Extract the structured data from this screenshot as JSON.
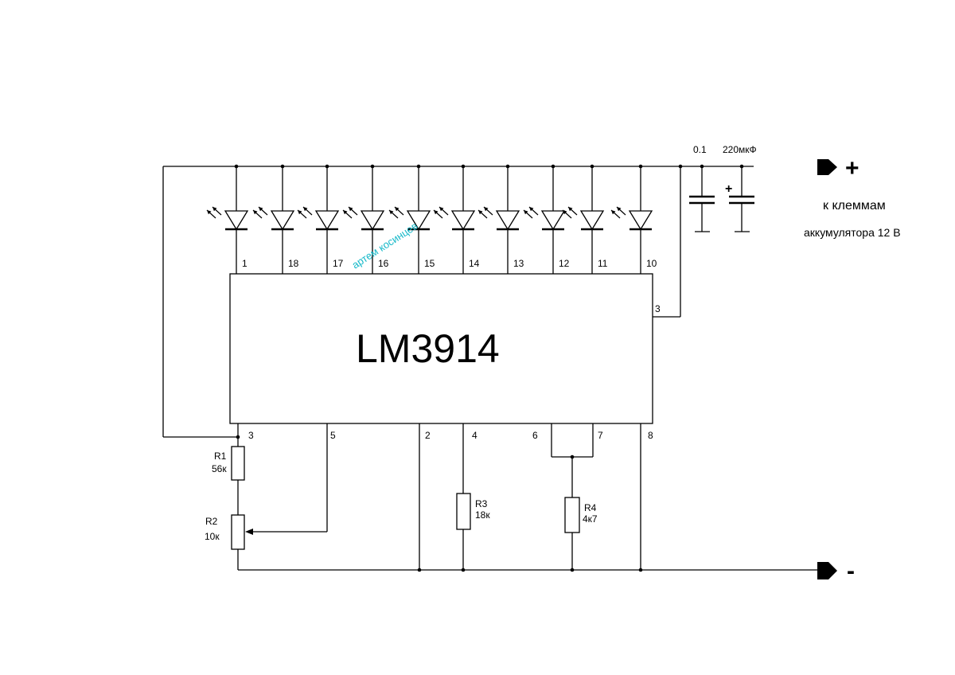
{
  "chip": {
    "name": "LM3914"
  },
  "led_pins": [
    "1",
    "18",
    "17",
    "16",
    "15",
    "14",
    "13",
    "12",
    "11",
    "10"
  ],
  "chip_pins": {
    "pin3_right": "3",
    "pin3_bottom": "3",
    "pin5": "5",
    "pin2": "2",
    "pin4": "4",
    "pin6": "6",
    "pin7": "7",
    "pin8": "8"
  },
  "resistors": {
    "r1": {
      "name": "R1",
      "value": "56к"
    },
    "r2": {
      "name": "R2",
      "value": "10к"
    },
    "r3": {
      "name": "R3",
      "value": "18к"
    },
    "r4": {
      "name": "R4",
      "value": "4к7"
    }
  },
  "capacitors": {
    "c1": {
      "value": "0.1"
    },
    "c2": {
      "value": "220мкФ",
      "polarity": "+"
    }
  },
  "terminals": {
    "plus": "+",
    "minus": "-",
    "label_line1": "к клеммам",
    "label_line2": "аккумулятора 12 В"
  },
  "watermark": "артем косинцев",
  "colors": {
    "watermark": "#14b8c8",
    "ink": "#000000"
  }
}
